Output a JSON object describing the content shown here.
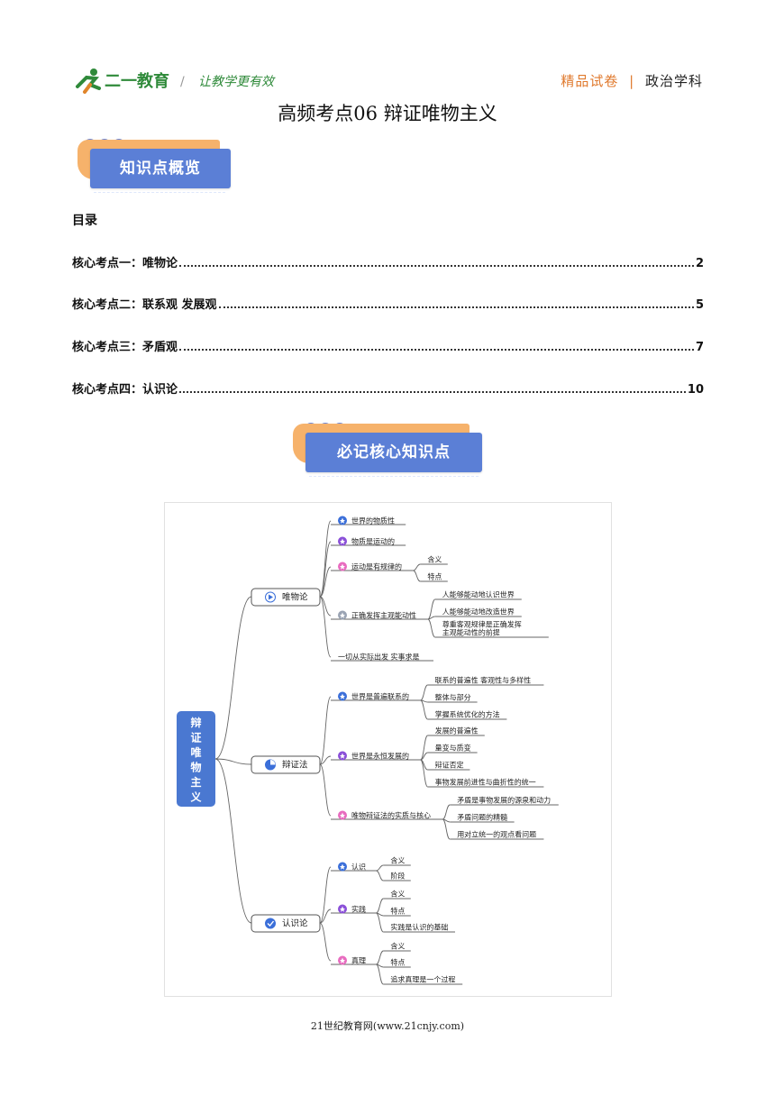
{
  "header": {
    "logo_text": "二一教育",
    "slogan": "让教学更有效",
    "right_label": "精品试卷",
    "separator": "|",
    "subject": "政治学科"
  },
  "title": "高频考点06  辩证唯物主义",
  "banner1": "知识点概览",
  "toc": {
    "heading": "目录",
    "items": [
      {
        "label": "核心考点一：唯物论",
        "page": "2"
      },
      {
        "label": "核心考点二：联系观  发展观",
        "page": "5"
      },
      {
        "label": "核心考点三：矛盾观",
        "page": "7"
      },
      {
        "label": "核心考点四：认识论",
        "page": "10"
      }
    ]
  },
  "banner2": "必记核心知识点",
  "mindmap": {
    "root": "辩证唯物主义",
    "branches": [
      {
        "label": "唯物论",
        "children": [
          {
            "label": "世界的物质性",
            "children": []
          },
          {
            "label": "物质是运动的",
            "children": []
          },
          {
            "label": "运动是有规律的",
            "children": [
              "含义",
              "特点"
            ]
          },
          {
            "label": "正确发挥主观能动性",
            "children": [
              "人能够能动地认识世界",
              "人能够能动地改造世界",
              "尊重客观规律是正确发挥主观能动性的前提"
            ]
          },
          {
            "label": "一切从实际出发 实事求是",
            "children": []
          }
        ]
      },
      {
        "label": "辩证法",
        "children": [
          {
            "label": "世界是普遍联系的",
            "children": [
              "联系的普遍性 客观性与多样性",
              "整体与部分",
              "掌握系统优化的方法"
            ]
          },
          {
            "label": "世界是永恒发展的",
            "children": [
              "发展的普遍性",
              "量变与质变",
              "辩证否定",
              "事物发展前进性与曲折性的统一"
            ]
          },
          {
            "label": "唯物辩证法的实质与核心",
            "children": [
              "矛盾是事物发展的源泉和动力",
              "矛盾问题的精髓",
              "用对立统一的观点看问题"
            ]
          }
        ]
      },
      {
        "label": "认识论",
        "children": [
          {
            "label": "认识",
            "children": [
              "含义",
              "阶段"
            ]
          },
          {
            "label": "实践",
            "children": [
              "含义",
              "特点",
              "实践是认识的基础"
            ]
          },
          {
            "label": "真理",
            "children": [
              "含义",
              "特点",
              "追求真理是一个过程"
            ]
          }
        ]
      }
    ]
  },
  "footer": "21世纪教育网(www.21cnjy.com)",
  "colors": {
    "accent_orange": "#e07a2e",
    "banner_blue": "#5b7fd6",
    "banner_orange": "#f6b26b",
    "root_blue": "#4a78d1",
    "star_blue": "#3b6fd9",
    "star_purple": "#8a4fd8",
    "star_pink": "#e86bbf",
    "star_gray": "#9aa3b3"
  }
}
